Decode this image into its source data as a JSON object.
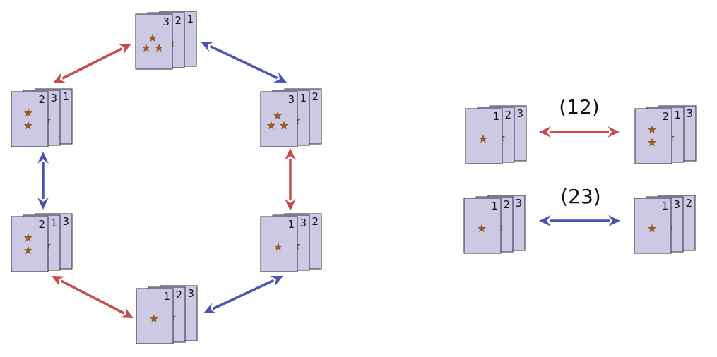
{
  "colors": {
    "transposition_12": "#c84b4b",
    "transposition_23": "#4b52b0",
    "card_fill": "#cdc9e4",
    "star": "#9a5b1e"
  },
  "cycle_stacks": [
    {
      "id": "top",
      "labels": [
        "3",
        "2",
        "1"
      ]
    },
    {
      "id": "upper-left",
      "labels": [
        "2",
        "3",
        "1"
      ]
    },
    {
      "id": "upper-right",
      "labels": [
        "3",
        "1",
        "2"
      ]
    },
    {
      "id": "lower-left",
      "labels": [
        "2",
        "1",
        "3"
      ]
    },
    {
      "id": "lower-right",
      "labels": [
        "1",
        "3",
        "2"
      ]
    },
    {
      "id": "bottom",
      "labels": [
        "1",
        "2",
        "3"
      ]
    }
  ],
  "legend": [
    {
      "label": "(12)",
      "color_key": "transposition_12",
      "left_stack": [
        "1",
        "2",
        "3"
      ],
      "right_stack": [
        "2",
        "1",
        "3"
      ]
    },
    {
      "label": "(23)",
      "color_key": "transposition_23",
      "left_stack": [
        "1",
        "2",
        "3"
      ],
      "right_stack": [
        "1",
        "3",
        "2"
      ]
    }
  ]
}
